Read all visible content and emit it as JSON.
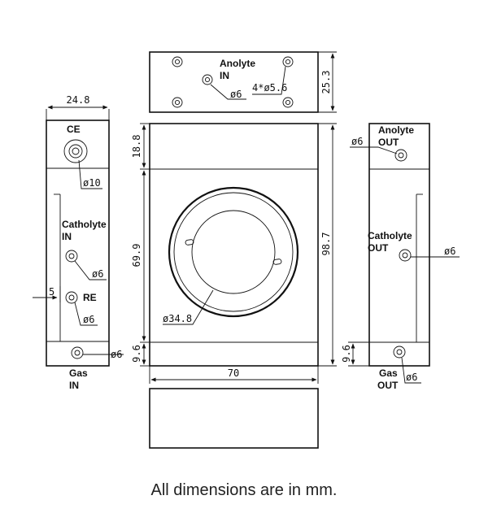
{
  "diagram": {
    "top_view": {
      "label_anolyte_in": [
        "Anolyte",
        "IN"
      ],
      "hole_callout": "ø6",
      "bolt_callout": "4*ø5.6",
      "height_dim": "25.3"
    },
    "left_view": {
      "width_dim": "24.8",
      "ce_label": "CE",
      "ce_callout": "ø10",
      "catholyte_in_label": [
        "Catholyte",
        "IN"
      ],
      "catholyte_in_callout": "ø6",
      "re_label": "RE",
      "re_callout": "ø6",
      "offset_dim": "5",
      "gas_in_label": [
        "Gas",
        "IN"
      ],
      "gas_in_callout": "ø6"
    },
    "front_view": {
      "top_band_dim": "18.8",
      "middle_dim": "69.9",
      "bottom_band_dim": "9.6",
      "total_height_dim": "98.7",
      "width_dim": "70",
      "window_callout": "ø34.8"
    },
    "right_view": {
      "anolyte_out_label": [
        "Anolyte",
        "OUT"
      ],
      "anolyte_out_callout": "ø6",
      "catholyte_out_label": [
        "Catholyte",
        "OUT"
      ],
      "catholyte_out_callout": "ø6",
      "bottom_band_dim": "9.6",
      "gas_out_label": [
        "Gas",
        "OUT"
      ],
      "gas_out_callout": "ø6"
    }
  },
  "caption": "All dimensions are in mm."
}
